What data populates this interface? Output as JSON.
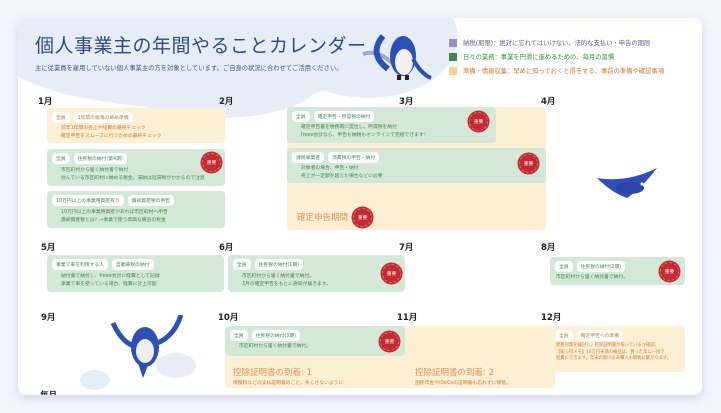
{
  "header": {
    "title": "個人事業主の年間やることカレンダー",
    "subtitle": "主に従業員を雇用していない個人事業主の方を対象としています。ご自身の状況に合わせてご活用ください。"
  },
  "legend": [
    {
      "label": "納税(期限)：絶対に忘れてはいけない、法的な支払い・申告の期限",
      "color": "#9b8ec4"
    },
    {
      "label": "日々の業務：事業を円滑に進めるための、毎月の習慣",
      "color": "#3d8a45"
    },
    {
      "label": "準備・情報収集：早めに知っておくと得をする、事前の準備や確認事項",
      "color": "#f5d48a"
    }
  ],
  "colors": {
    "title": "#2c4a8c",
    "green_card": "#d4e8d7",
    "orange_card": "#fcefd4",
    "badge": "#c42a32"
  },
  "months": [
    "1月",
    "2月",
    "3月",
    "4月",
    "5月",
    "6月",
    "7月",
    "8月",
    "9月",
    "10月",
    "11月",
    "12月"
  ],
  "badge_label": "重要",
  "cards": {
    "jan1": {
      "tags": [
        "全員",
        "1年間の帳簿の締め準備"
      ],
      "lines": [
        "前年1年間の売上や経費の最終チェック",
        "確定申告をスムーズに行うための最終チェック"
      ]
    },
    "jan2": {
      "tags": [
        "全員",
        "住民税の納付(第4期)"
      ],
      "lines": [
        "市区町村から届く納付書で納付",
        "住んでいる市区町村に納める税金。滞納は延滞税がかかるので注意"
      ]
    },
    "jan3": {
      "tags": [
        "10万円以上の事業用資産有り",
        "償却資産税の申告"
      ],
      "lines": [
        "10万円以上の事業用資産があれば市区町村へ申告",
        "償却資産税とは？→事業で使う高価な備品の税金"
      ]
    },
    "mar1": {
      "tags": [
        "全員",
        "確定申告・所得税の納付"
      ],
      "lines": [
        "確定申告書を税務署に提出し、所得税を納付",
        "freee会計なら、申告も納税もオンラインで完結できます！"
      ]
    },
    "mar2": {
      "tags": [
        "課税事業者",
        "消費税の申告・納付"
      ],
      "lines": [
        "対象者の場合、申告・納付",
        "売上が一定額を超えた場合などに必要"
      ]
    },
    "mar_period": "確定申告期間",
    "may": {
      "tags": [
        "事業で車を利用する人",
        "自動車税の納付"
      ],
      "lines": [
        "納付書で納付し、freee会計に経費として記録",
        "事業で車を使っている場合、経費に計上可能"
      ]
    },
    "jun": {
      "tags": [
        "全員",
        "住民税の納付(1期)"
      ],
      "lines": [
        "市区町村から届く納付書で納付。",
        "3月の確定申告をもとに通知が届きます。"
      ]
    },
    "aug": {
      "tags": [
        "全員",
        "住民税の納付(2期)"
      ],
      "lines": [
        "市区町村から届く納付書で納付。"
      ]
    },
    "oct": {
      "tags": [
        "全員",
        "住民税の納付(3期)"
      ],
      "lines": [
        "市区町村から届く納付書で納付。"
      ]
    },
    "deduction1": {
      "title": "控除証明書の到着: 1",
      "text": "保険料などの支払証明書のこと。失くさないように"
    },
    "deduction2": {
      "title": "控除証明書の到着: 2",
      "text": "国民年金やiDeCoの証明書も忘れずに保管。"
    },
    "dec": {
      "tags": [
        "全員",
        "確定申告への準備"
      ],
      "lines": [
        "節税対策を検討し、控除証明書が揃っているか確認。",
        "【知っ得メモ】10万円未満の備品は、買った年に一括で",
        "経費にできます。年末の駆け込み購入も節税に繋がります。"
      ]
    }
  },
  "footer_label": "毎月"
}
